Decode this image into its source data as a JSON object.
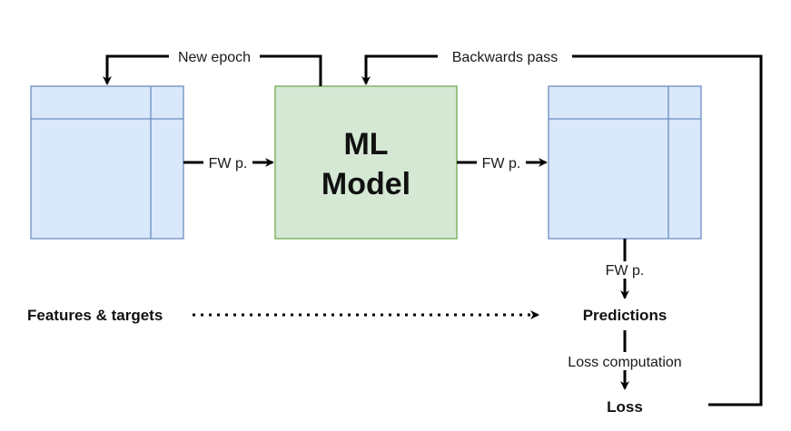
{
  "model": {
    "line1": "ML",
    "line2": "Model",
    "fill": "#d5e8d4",
    "stroke": "#82b366"
  },
  "tables": {
    "fill": "#dae8fc",
    "stroke": "#6c8ebf"
  },
  "edges": {
    "new_epoch": "New epoch",
    "backwards_pass": "Backwards pass",
    "fw_input_to_model": "FW p.",
    "fw_model_to_output": "FW p.",
    "fw_output_to_predictions": "FW p.",
    "loss_computation": "Loss computation"
  },
  "nodes": {
    "features_targets": "Features & targets",
    "predictions": "Predictions",
    "loss": "Loss"
  }
}
